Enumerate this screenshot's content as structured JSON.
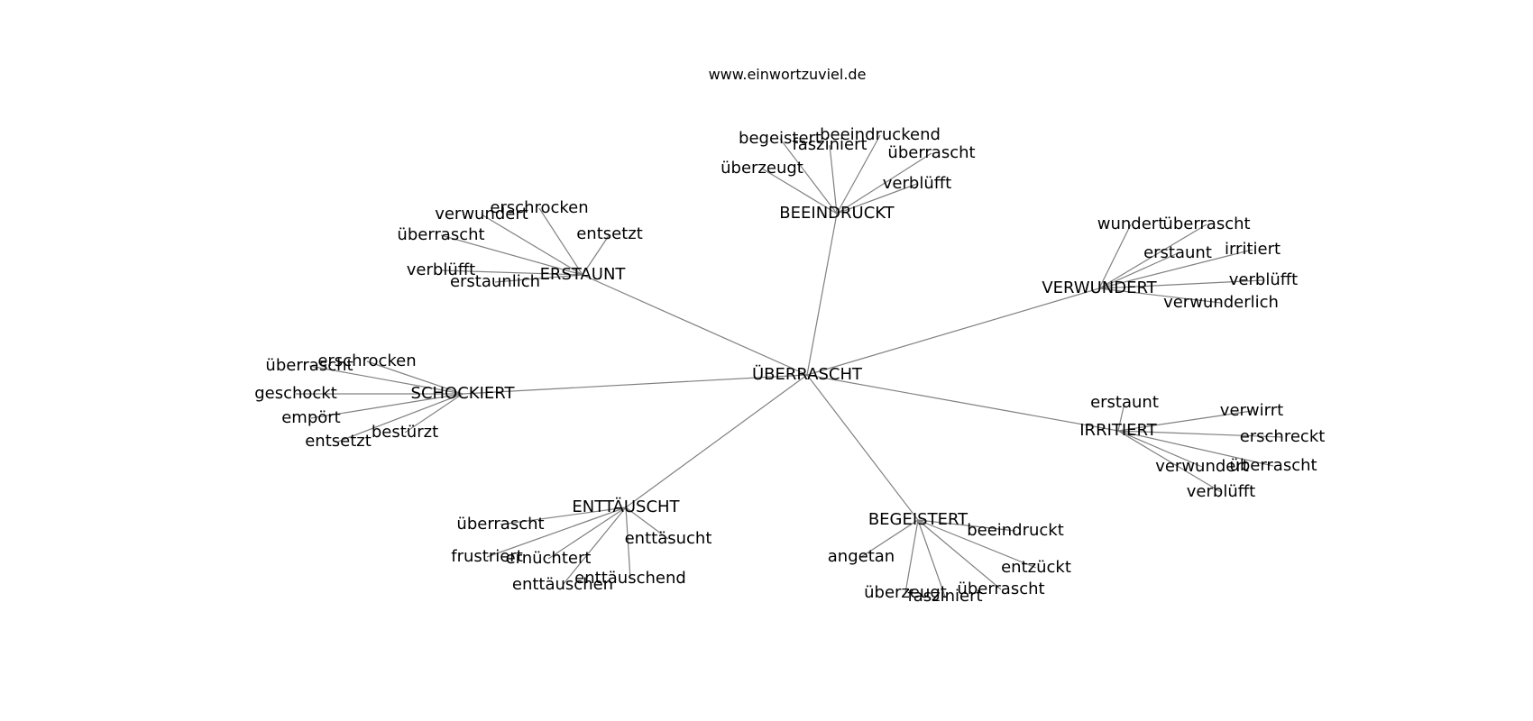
{
  "source": "www.einwortzuviel.de",
  "graph": {
    "center": "ÜBERRASCHT",
    "groups": [
      {
        "hub": "BEEINDRUCKT",
        "leaves": [
          "begeistert",
          "beeindruckend",
          "fasziniert",
          "überrascht",
          "überzeugt",
          "verblüfft"
        ]
      },
      {
        "hub": "ERSTAUNT",
        "leaves": [
          "verwundert",
          "erschrocken",
          "entsetzt",
          "überrascht",
          "verblüfft",
          "erstaunlich"
        ]
      },
      {
        "hub": "VERWUNDERT",
        "leaves": [
          "wundert",
          "überrascht",
          "erstaunt",
          "irritiert",
          "verblüfft",
          "verwunderlich"
        ]
      },
      {
        "hub": "SCHOCKIERT",
        "leaves": [
          "erschrocken",
          "überrascht",
          "geschockt",
          "empört",
          "bestürzt",
          "entsetzt"
        ]
      },
      {
        "hub": "IRRITIERT",
        "leaves": [
          "erstaunt",
          "verwirrt",
          "erschreckt",
          "verwundert",
          "überrascht",
          "verblüfft"
        ]
      },
      {
        "hub": "ENTTÄUSCHT",
        "leaves": [
          "überrascht",
          "enttäsucht",
          "frustriert",
          "ernüchtert",
          "enttäuschend",
          "enttäuschen"
        ]
      },
      {
        "hub": "BEGEISTERT",
        "leaves": [
          "beeindruckt",
          "angetan",
          "entzückt",
          "überrascht",
          "überzeugt",
          "fasziniert"
        ]
      }
    ]
  }
}
